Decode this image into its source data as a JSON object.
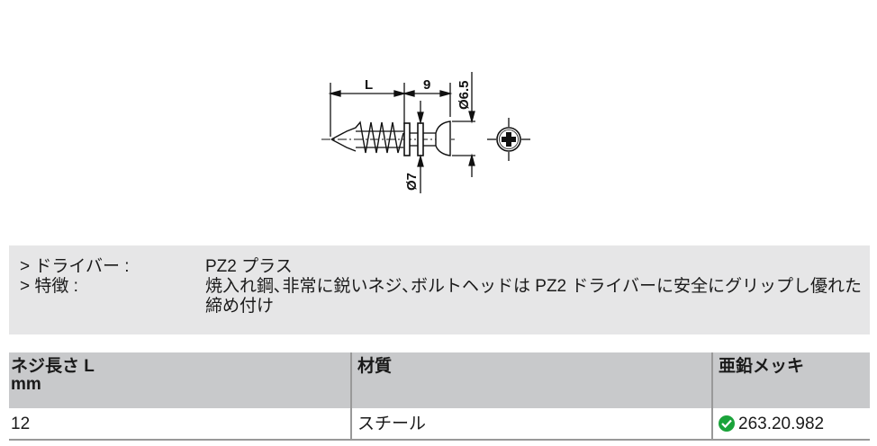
{
  "drawing": {
    "dim_length_label": "L",
    "dim_head_label": "9",
    "dim_head_diameter": "Ø6.5",
    "dim_shank_diameter": "Ø7"
  },
  "info": {
    "rows": [
      {
        "label": "> ドライバー :",
        "value": "PZ2 プラス"
      },
      {
        "label": "> 特徴 :",
        "value": "焼入れ鋼､非常に鋭いネジ､ボルトヘッドは PZ2 ドライバーに安全にグリップし優れた締め付け"
      }
    ]
  },
  "table": {
    "headers": [
      "ネジ長さ L\nmm",
      "材質",
      "亜鉛メッキ"
    ],
    "header_line1": "ネジ長さ L",
    "header_line2": "mm",
    "header_material": "材質",
    "header_finish": "亜鉛メッキ",
    "rows": [
      {
        "length": "12",
        "material": "スチール",
        "article": "263.20.982",
        "status_icon": "check-circle-icon",
        "status_color": "#1aa33a"
      }
    ]
  }
}
